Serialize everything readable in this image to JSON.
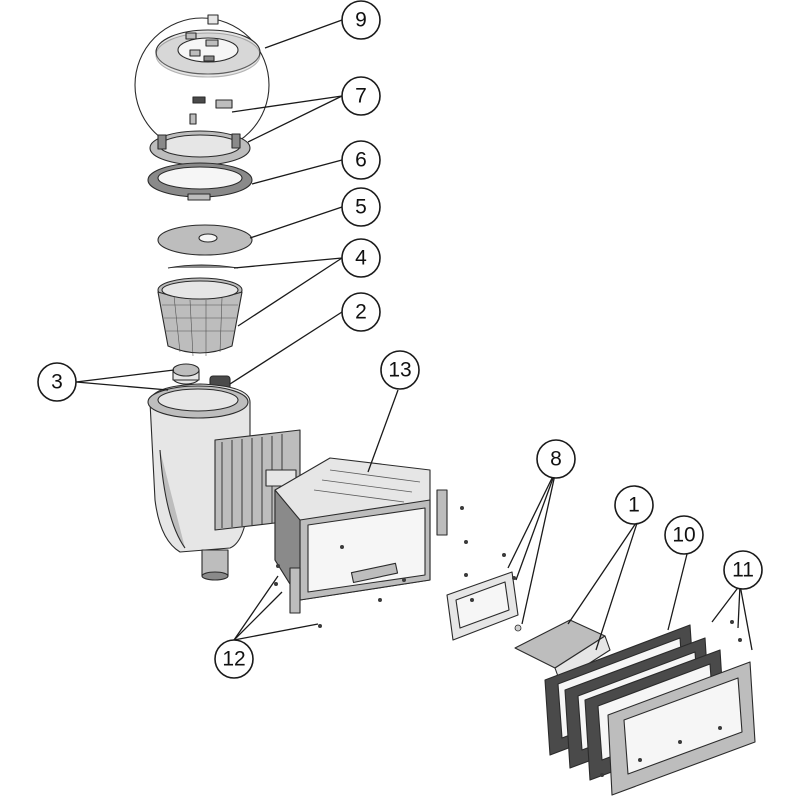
{
  "diagram": {
    "colors": {
      "line": "#1a1a1a",
      "part_light": "#e6e6e6",
      "part_mid": "#bdbdbd",
      "part_dark": "#8a8a8a",
      "gasket": "#4a4a4a"
    },
    "callouts": [
      {
        "label": "9"
      },
      {
        "label": "7"
      },
      {
        "label": "6"
      },
      {
        "label": "5"
      },
      {
        "label": "4"
      },
      {
        "label": "2"
      },
      {
        "label": "3"
      },
      {
        "label": "13"
      },
      {
        "label": "8"
      },
      {
        "label": "1"
      },
      {
        "label": "10"
      },
      {
        "label": "11"
      },
      {
        "label": "12"
      }
    ]
  }
}
